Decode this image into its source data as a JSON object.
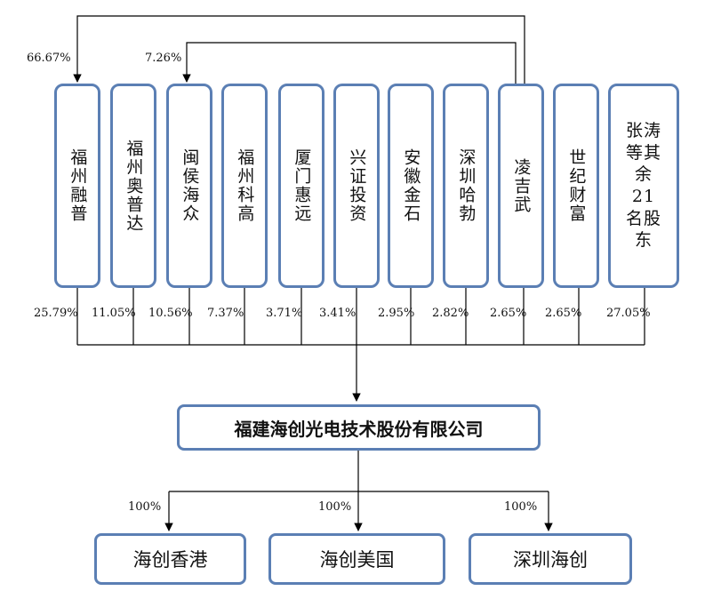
{
  "shareholders": [
    {
      "name": "福州融普",
      "pct": "25.79%"
    },
    {
      "name": "福州奥普达",
      "pct": "11.05%"
    },
    {
      "name": "闽侯海众",
      "pct": "10.56%"
    },
    {
      "name": "福州科高",
      "pct": "7.37%"
    },
    {
      "name": "厦门惠远",
      "pct": "3.71%"
    },
    {
      "name": "兴证投资",
      "pct": "3.41%"
    },
    {
      "name": "安徽金石",
      "pct": "2.95%"
    },
    {
      "name": "深圳哈勃",
      "pct": "2.82%"
    },
    {
      "name": "凌吉武",
      "pct": "2.65%"
    },
    {
      "name": "世纪财富",
      "pct": "2.65%"
    },
    {
      "name": "张涛等其余21名股东",
      "pct": "27.05%"
    }
  ],
  "control_links": [
    {
      "pct": "66.67%"
    },
    {
      "pct": "7.26%"
    }
  ],
  "company": {
    "name": "福建海创光电技术股份有限公司"
  },
  "subsidiaries": [
    {
      "name": "海创香港",
      "pct": "100%"
    },
    {
      "name": "海创美国",
      "pct": "100%"
    },
    {
      "name": "深圳海创",
      "pct": "100%"
    }
  ],
  "colors": {
    "box_border": "#5b7fb4",
    "line": "#000000"
  }
}
